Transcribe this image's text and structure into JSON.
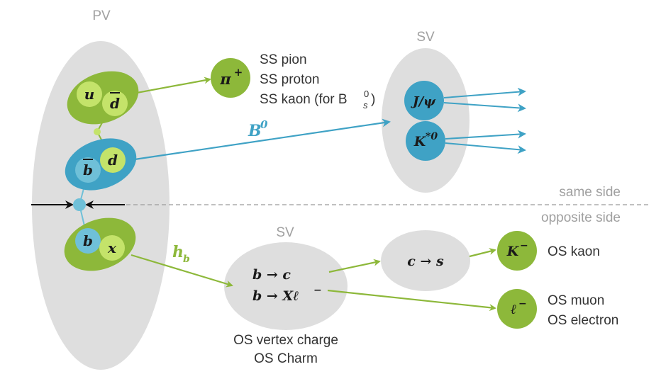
{
  "labels": {
    "pv": "PV",
    "sv_top": "SV",
    "sv_bottom": "SV",
    "same_side": "same side",
    "opposite_side": "opposite side",
    "ss_pion": "SS pion",
    "ss_proton": "SS proton",
    "ss_kaon": "SS kaon (for B",
    "ss_kaon_sub": "s",
    "ss_kaon_sup": "0",
    "ss_kaon_close": ")",
    "os_kaon": "OS kaon",
    "os_muon": "OS muon",
    "os_electron": "OS electron",
    "os_vertex_charge": "OS vertex charge",
    "os_charm": "OS Charm"
  },
  "particles": {
    "u": "u",
    "dbar": "d",
    "d": "d",
    "bbar": "b",
    "b": "b",
    "x": "x",
    "pi": "π",
    "pi_charge": "+",
    "jpsi": "J/ψ",
    "kstar": "K",
    "kstar_sup": "*0",
    "b0": "B",
    "b0_sup": "0",
    "hb": "h",
    "hb_sub": "b",
    "kminus": "K",
    "kminus_sup": "−",
    "lminus": "ℓ",
    "lminus_sup": "−",
    "decay1": "b → c",
    "decay2": "b → Xℓ",
    "decay2_sup": "−",
    "charm": "c → s"
  },
  "colors": {
    "green_dark": "#8db83a",
    "green_light": "#c4e36a",
    "blue_dark": "#3fa2c5",
    "blue_light": "#6fc0d8",
    "gray_blob": "#dedede",
    "text": "#333333",
    "label_gray": "#a0a0a0"
  }
}
